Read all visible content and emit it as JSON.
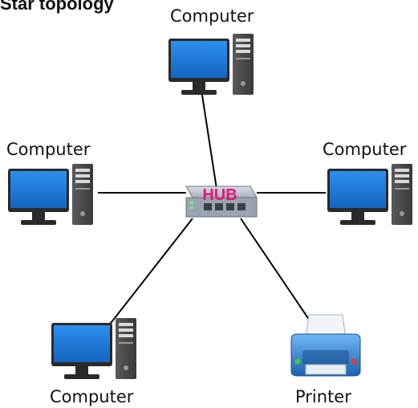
{
  "diagram": {
    "title": "Star topology",
    "hub": {
      "label": "HUB",
      "label_color": "#e6167e"
    },
    "nodes": [
      {
        "label": "Computer",
        "icon": "desktop-computer-icon"
      },
      {
        "label": "Computer",
        "icon": "desktop-computer-icon"
      },
      {
        "label": "Computer",
        "icon": "desktop-computer-icon"
      },
      {
        "label": "Computer",
        "icon": "desktop-computer-icon"
      },
      {
        "label": "Printer",
        "icon": "printer-icon"
      }
    ],
    "colors": {
      "screen": "#1e88e5",
      "tower": "#4a4a4a",
      "link": "#000000"
    }
  }
}
